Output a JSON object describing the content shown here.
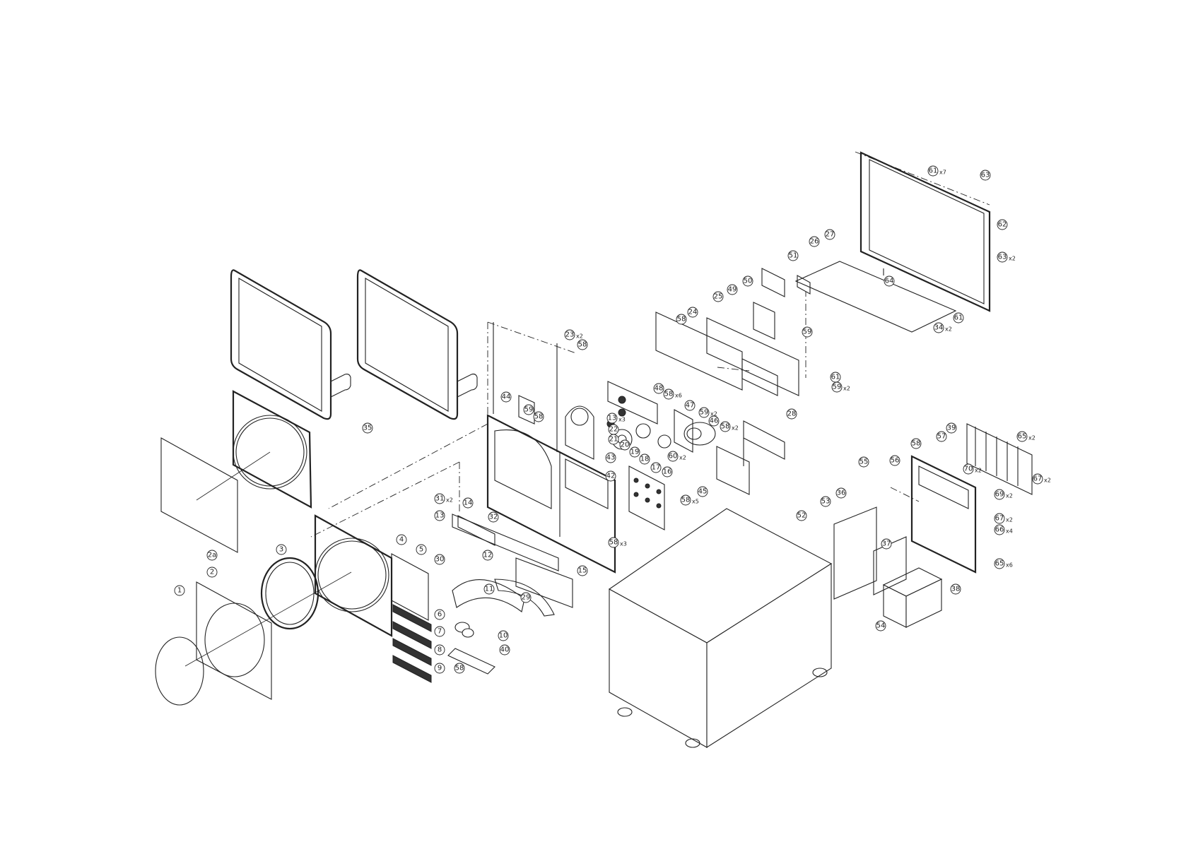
{
  "diagram": {
    "colors": {
      "line": "#222222",
      "background": "#ffffff"
    },
    "callouts": [
      {
        "id": "c1",
        "label": "1"
      },
      {
        "id": "c2",
        "label": "2"
      },
      {
        "id": "c2a",
        "label": "2a"
      },
      {
        "id": "c3",
        "label": "3"
      },
      {
        "id": "c4",
        "label": "4"
      },
      {
        "id": "c5",
        "label": "5"
      },
      {
        "id": "c6",
        "label": "6"
      },
      {
        "id": "c7",
        "label": "7"
      },
      {
        "id": "c8",
        "label": "8"
      },
      {
        "id": "c9",
        "label": "9"
      },
      {
        "id": "c10",
        "label": "10"
      },
      {
        "id": "c11",
        "label": "11"
      },
      {
        "id": "c12",
        "label": "12"
      },
      {
        "id": "c13",
        "label": "13"
      },
      {
        "id": "c13b",
        "label": "13",
        "qty": "x3"
      },
      {
        "id": "c14",
        "label": "14"
      },
      {
        "id": "c15",
        "label": "15"
      },
      {
        "id": "c16",
        "label": "16"
      },
      {
        "id": "c17",
        "label": "17"
      },
      {
        "id": "c18",
        "label": "18"
      },
      {
        "id": "c19",
        "label": "19"
      },
      {
        "id": "c20",
        "label": "20"
      },
      {
        "id": "c21",
        "label": "21"
      },
      {
        "id": "c22",
        "label": "22"
      },
      {
        "id": "c23",
        "label": "23",
        "qty": "x2"
      },
      {
        "id": "c24",
        "label": "24"
      },
      {
        "id": "c25",
        "label": "25"
      },
      {
        "id": "c26",
        "label": "26"
      },
      {
        "id": "c27",
        "label": "27"
      },
      {
        "id": "c28",
        "label": "28"
      },
      {
        "id": "c29",
        "label": "29"
      },
      {
        "id": "c30",
        "label": "30"
      },
      {
        "id": "c31",
        "label": "31",
        "qty": "x2"
      },
      {
        "id": "c32",
        "label": "32"
      },
      {
        "id": "c34",
        "label": "34",
        "qty": "x2"
      },
      {
        "id": "c35",
        "label": "35"
      },
      {
        "id": "c36",
        "label": "36"
      },
      {
        "id": "c37",
        "label": "37"
      },
      {
        "id": "c38",
        "label": "38"
      },
      {
        "id": "c39",
        "label": "39"
      },
      {
        "id": "c40",
        "label": "40"
      },
      {
        "id": "c42",
        "label": "42"
      },
      {
        "id": "c43",
        "label": "43"
      },
      {
        "id": "c44",
        "label": "44"
      },
      {
        "id": "c45",
        "label": "45"
      },
      {
        "id": "c46",
        "label": "46"
      },
      {
        "id": "c47",
        "label": "47"
      },
      {
        "id": "c48",
        "label": "48"
      },
      {
        "id": "c49",
        "label": "49"
      },
      {
        "id": "c50",
        "label": "50"
      },
      {
        "id": "c51",
        "label": "51"
      },
      {
        "id": "c52",
        "label": "52"
      },
      {
        "id": "c53",
        "label": "53"
      },
      {
        "id": "c54",
        "label": "54"
      },
      {
        "id": "c55",
        "label": "55"
      },
      {
        "id": "c56",
        "label": "56"
      },
      {
        "id": "c57",
        "label": "57"
      },
      {
        "id": "c58a",
        "label": "58"
      },
      {
        "id": "c58b",
        "label": "58"
      },
      {
        "id": "c58c",
        "label": "58",
        "qty": "x6"
      },
      {
        "id": "c58d",
        "label": "58",
        "qty": "x2"
      },
      {
        "id": "c58e",
        "label": "58",
        "qty": "x5"
      },
      {
        "id": "c58f",
        "label": "58",
        "qty": "x3"
      },
      {
        "id": "c58g",
        "label": "58"
      },
      {
        "id": "c58h",
        "label": "58"
      },
      {
        "id": "c58i",
        "label": "58"
      },
      {
        "id": "c59a",
        "label": "59"
      },
      {
        "id": "c59b",
        "label": "59",
        "qty": "x2"
      },
      {
        "id": "c59c",
        "label": "59",
        "qty": "x2"
      },
      {
        "id": "c59d",
        "label": "59"
      },
      {
        "id": "c60",
        "label": "60",
        "qty": "x2"
      },
      {
        "id": "c61a",
        "label": "61",
        "qty": "x7"
      },
      {
        "id": "c61b",
        "label": "61"
      },
      {
        "id": "c61c",
        "label": "61"
      },
      {
        "id": "c62",
        "label": "62"
      },
      {
        "id": "c63a",
        "label": "63"
      },
      {
        "id": "c63b",
        "label": "63",
        "qty": "x2"
      },
      {
        "id": "c64",
        "label": "64"
      },
      {
        "id": "c65a",
        "label": "65",
        "qty": "x2"
      },
      {
        "id": "c65b",
        "label": "65",
        "qty": "x6"
      },
      {
        "id": "c66",
        "label": "66",
        "qty": "x4"
      },
      {
        "id": "c67a",
        "label": "67",
        "qty": "x2"
      },
      {
        "id": "c67b",
        "label": "67",
        "qty": "x2"
      },
      {
        "id": "c69",
        "label": "69",
        "qty": "x2"
      },
      {
        "id": "c70",
        "label": "70",
        "qty": "x2"
      }
    ]
  }
}
